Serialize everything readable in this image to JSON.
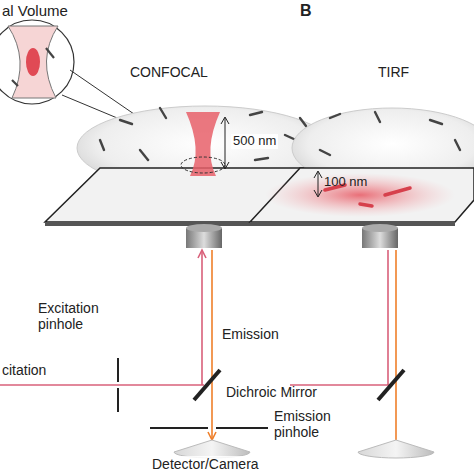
{
  "diagram": {
    "labels": [
      "al Volume",
      "CONFOCAL",
      "500 nm",
      "Excitation pinhole",
      "Emission",
      "citation",
      "Dichroic Mirror",
      "Emission pinhole",
      "Detector/Camera",
      "B",
      "TIRF",
      "100 nm"
    ]
  }
}
